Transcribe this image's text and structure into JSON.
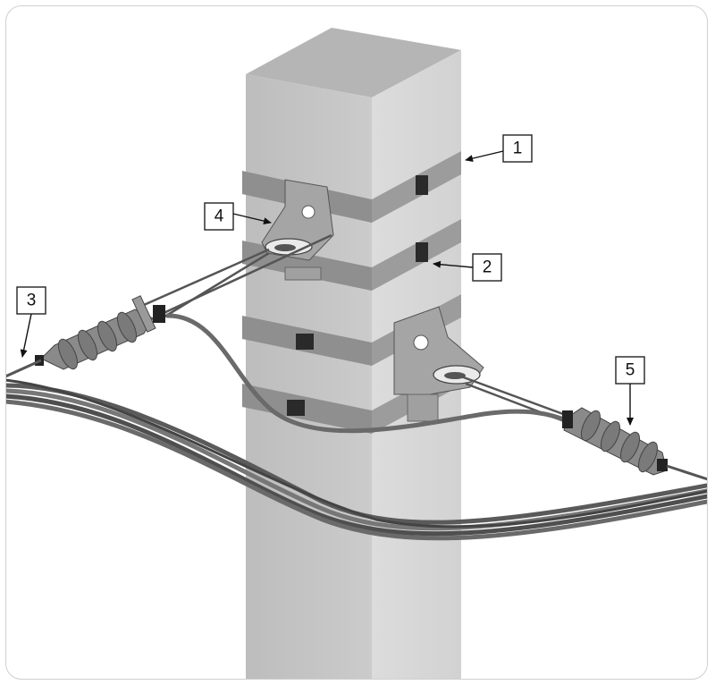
{
  "callouts": [
    {
      "id": "1",
      "label": "1"
    },
    {
      "id": "2",
      "label": "2"
    },
    {
      "id": "3",
      "label": "3"
    },
    {
      "id": "4",
      "label": "4"
    },
    {
      "id": "5",
      "label": "5"
    }
  ],
  "colors": {
    "pole_front": "#c4c4c4",
    "pole_side": "#d9d9d9",
    "pole_top": "#b3b3b3",
    "band": "#8e8e8e",
    "bracket": "#9a9a9a",
    "cable": "#6e6e6e",
    "insulator": "#8a8a8a"
  }
}
